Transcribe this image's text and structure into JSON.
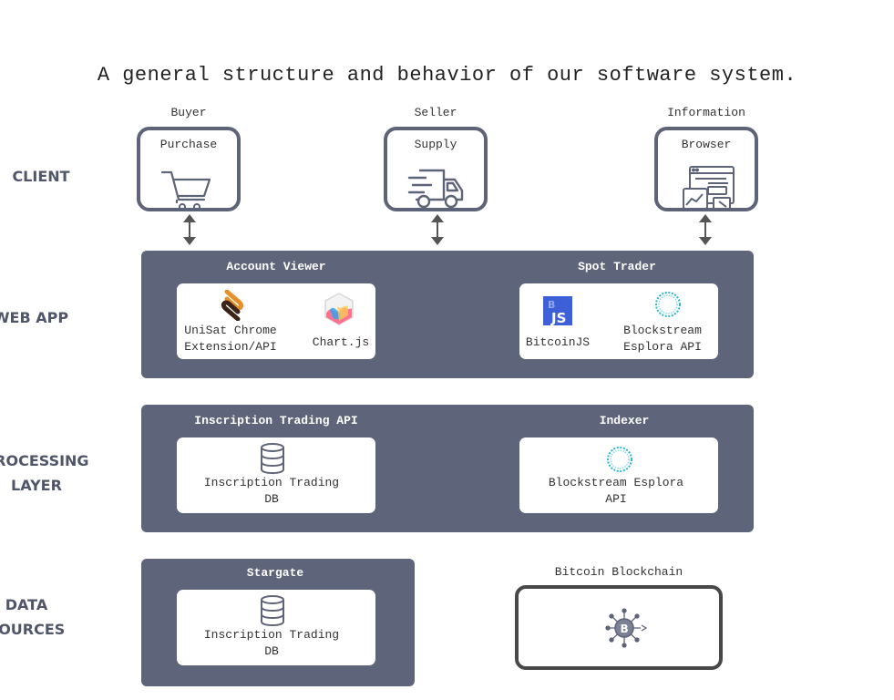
{
  "title": "A general structure and behavior of our software system.",
  "layers": [
    {
      "label": "CLIENT"
    },
    {
      "label": "WEB APP"
    },
    {
      "label": "PROCESSING\nLAYER"
    },
    {
      "label": "DATA\nSOURCES"
    }
  ],
  "clients": [
    {
      "role": "Buyer",
      "label": "Purchase",
      "icon": "shopping-cart-icon"
    },
    {
      "role": "Seller",
      "label": "Supply",
      "icon": "delivery-truck-icon"
    },
    {
      "role": "Information",
      "label": "Browser",
      "icon": "browser-dashboard-icon"
    }
  ],
  "web_app": {
    "account_viewer": {
      "title": "Account Viewer",
      "items": [
        {
          "label": "UniSat Chrome\nExtension/API",
          "icon": "unisat-logo-icon"
        },
        {
          "label": "Chart.js",
          "icon": "chartjs-logo-icon"
        }
      ]
    },
    "spot_trader": {
      "title": "Spot Trader",
      "items": [
        {
          "label": "BitcoinJS",
          "icon": "bitcoinjs-logo-icon",
          "logo_text": "JS",
          "logo_mark": "B"
        },
        {
          "label": "Blockstream\nEsplora API",
          "icon": "blockstream-logo-icon"
        }
      ]
    }
  },
  "processing": {
    "trading_api": {
      "title": "Inscription Trading API",
      "item": {
        "label": "Inscription Trading\nDB",
        "icon": "database-icon"
      }
    },
    "indexer": {
      "title": "Indexer",
      "item": {
        "label": "Blockstream Esplora\nAPI",
        "icon": "blockstream-logo-icon"
      }
    }
  },
  "data_sources": {
    "stargate": {
      "title": "Stargate",
      "item": {
        "label": "Inscription Trading\nDB",
        "icon": "database-icon"
      }
    },
    "bitcoin_blockchain": {
      "title": "Bitcoin Blockchain",
      "icon": "bitcoin-network-icon",
      "logo_mark": "B"
    }
  },
  "colors": {
    "panel": "#5e6479",
    "client_border": "#5e6478",
    "layer_label": "#4f5669",
    "arrow": "#555555",
    "chain_border": "#484848",
    "blockstream": "#29b6d6",
    "bitcoinjs": "#3d5fd8"
  }
}
